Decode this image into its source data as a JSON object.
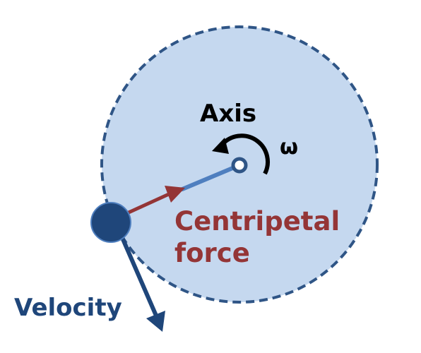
{
  "labels": {
    "axis": "Axis",
    "omega": "ω",
    "centripetal_line1": "Centripetal",
    "centripetal_line2": "force",
    "velocity": "Velocity"
  },
  "colors": {
    "disk_fill": "#c5d8ef",
    "disk_border": "#2f5586",
    "radius_line": "#4f7fbf",
    "force_arrow": "#943536",
    "mass": "#1f467a",
    "velocity_arrow": "#1f467a",
    "rotation_arrow": "#000000",
    "label_dark": "#000000",
    "label_force": "#943536",
    "label_velocity": "#1f467a"
  },
  "icons": {
    "rotation": "counterclockwise-rotation-arrow-icon"
  }
}
